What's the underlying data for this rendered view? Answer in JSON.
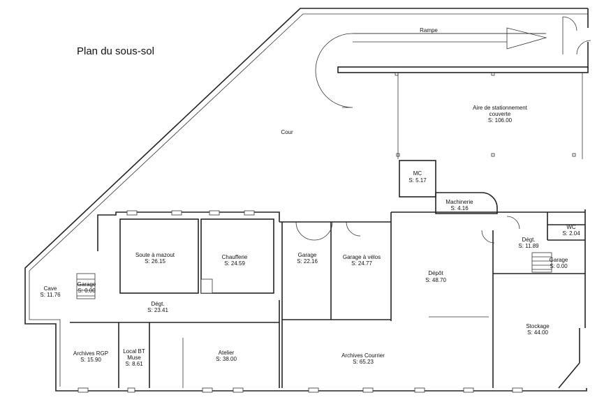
{
  "title": "Plan du sous-sol",
  "ramp_label": "Rampe",
  "court_label": "Cour",
  "rooms": {
    "parking": {
      "name1": "Aire de stationnement",
      "name2": "couverte",
      "area": "S:  106.00"
    },
    "mc": {
      "name": "MC",
      "area": "S:  5.17"
    },
    "machinerie": {
      "name": "Machinerie",
      "area": "S:  4.16"
    },
    "soute": {
      "name": "Soute à mazout",
      "area": "S:  26.15"
    },
    "chaufferie": {
      "name": "Chaufferie",
      "area": "S:  24.59"
    },
    "garage1": {
      "name": "Garage",
      "area": "S:  22.16"
    },
    "garage_velos": {
      "name": "Garage à vélos",
      "area": "S:  24.77"
    },
    "depot": {
      "name": "Dépôt",
      "area": "S:  48.70"
    },
    "degt_right": {
      "name": "Dégt.",
      "area": "S:  11.89"
    },
    "wc": {
      "name": "WC",
      "area": "S:  2.04"
    },
    "garage_small_right": {
      "name": "Garage",
      "area": "S:  0.00"
    },
    "cave": {
      "name": "Cave",
      "area": "S:  11.76"
    },
    "garage_small_left": {
      "name": "Garage",
      "area": "S:  0.00"
    },
    "degt_center": {
      "name": "Dégt.",
      "area": "S:  23.41"
    },
    "stockage": {
      "name": "Stockage",
      "area": "S:  44.00"
    },
    "archives_rgp": {
      "name": "Archives RGP",
      "area": "S:  15.90"
    },
    "local_bt": {
      "name1": "Local BT",
      "name2": "Muse",
      "area": "S:  8.61"
    },
    "atelier": {
      "name": "Atelier",
      "area": "S:  38.00"
    },
    "archives_courrier": {
      "name": "Archives Courrier",
      "area": "S:  65.23"
    }
  }
}
